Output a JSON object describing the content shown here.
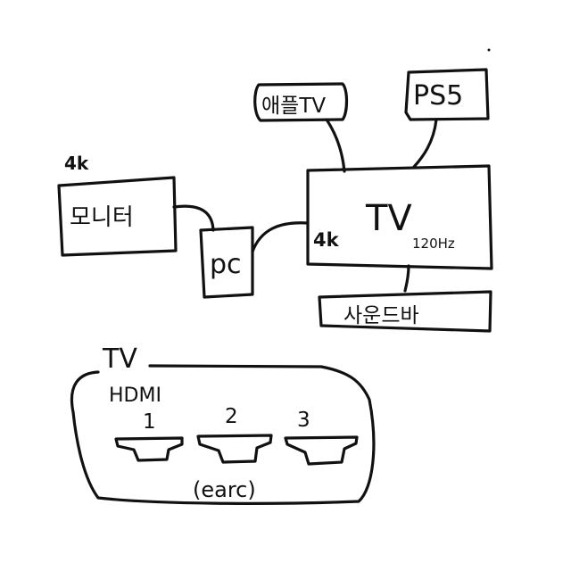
{
  "colors": {
    "ink": "#111111",
    "background": "#ffffff"
  },
  "labels": {
    "monitor_res": "4k",
    "monitor": "모니터",
    "pc": "pc",
    "apple_tv": "애플TV",
    "ps5": "PS5",
    "tv": "TV",
    "tv_hz": "120Hz",
    "tv_input_res": "4k",
    "soundbar": "사운드바",
    "panel_title": "TV",
    "panel_subtitle": "HDMI",
    "port_1": "1",
    "port_2": "2",
    "port_3": "3",
    "earc": "(earc)"
  }
}
